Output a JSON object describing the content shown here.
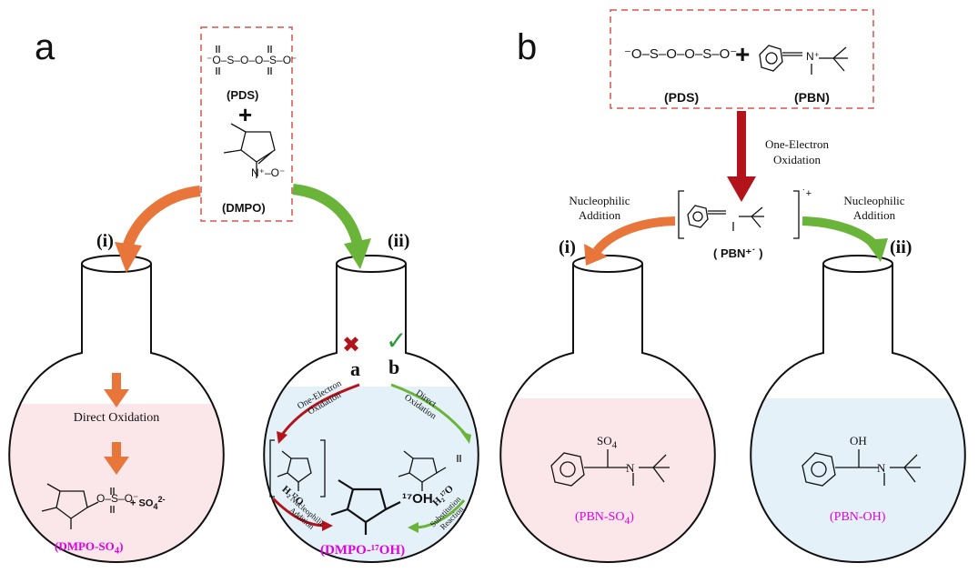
{
  "panel_a": {
    "letter": "a",
    "reagent_pds": "(PDS)",
    "plus": "+",
    "reagent_dmpo": "(DMPO)",
    "path_i": "(i)",
    "path_ii": "(ii)",
    "flask_i_step": "Direct Oxidation",
    "flask_i_product": "(DMPO-SO",
    "flask_i_product_sub": "4",
    "flask_i_product_end": ")",
    "byproduct": "+ SO",
    "byproduct_sub": "4",
    "byproduct_sup": "2-",
    "route_a": "a",
    "route_b": "b",
    "route_a_mark": "✖",
    "route_b_mark": "✓",
    "one_electron_oxidation": "One-Electron Oxidation",
    "direct_oxidation": "Direct Oxidation",
    "h2o17_a": "H₂¹⁷O",
    "h2o17_b": "H₂¹⁷O",
    "nucleophilic_addition": "Nucleophilic Addition",
    "substitution_reaction": "Substitution Reaction",
    "oh17": "¹⁷OH",
    "flask_ii_product": "(DMPO-¹⁷OH)"
  },
  "panel_b": {
    "letter": "b",
    "reagent_pds": "(PDS)",
    "plus": "+",
    "reagent_pbn": "(PBN)",
    "step_main": "One-Electron Oxidation",
    "radical_cation": "( PBN⁺˙ )",
    "path_i": "(i)",
    "path_ii": "(ii)",
    "nuc_left": "Nucleophilic Addition",
    "nuc_right": "Nucleophilic Addition",
    "flask_i_group": "SO",
    "flask_i_group_sub": "4",
    "flask_ii_group": "OH",
    "flask_i_product": "(PBN-SO",
    "flask_i_product_sub": "4",
    "flask_i_product_end": ")",
    "flask_ii_product": "(PBN-OH)"
  },
  "colors": {
    "orange": "#e8763a",
    "green": "#6ab43a",
    "red": "#b3131b",
    "dashed_box": "#d9534f",
    "pink_fill": "#fbe7ea",
    "blue_fill": "#e4f1f9",
    "magenta": "#e000e0"
  }
}
